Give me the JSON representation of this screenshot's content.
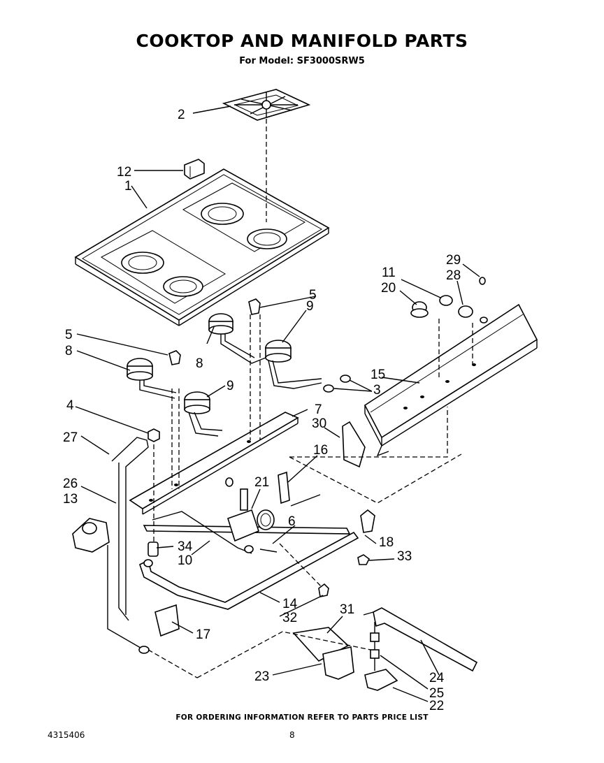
{
  "header": {
    "title": "COOKTOP AND MANIFOLD PARTS",
    "subtitle": "For Model: SF3000SRW5"
  },
  "callouts": {
    "c1": "1",
    "c2": "2",
    "c3": "3",
    "c4": "4",
    "c5a": "5",
    "c5b": "5",
    "c6": "6",
    "c7": "7",
    "c8a": "8",
    "c8b": "8",
    "c9a": "9",
    "c9b": "9",
    "c10": "10",
    "c11": "11",
    "c12": "12",
    "c13": "13",
    "c14": "14",
    "c15": "15",
    "c16": "16",
    "c17": "17",
    "c18": "18",
    "c20": "20",
    "c21": "21",
    "c22": "22",
    "c23": "23",
    "c24": "24",
    "c25": "25",
    "c26": "26",
    "c27": "27",
    "c28": "28",
    "c29": "29",
    "c30": "30",
    "c31": "31",
    "c32": "32",
    "c33": "33",
    "c34": "34"
  },
  "footer": {
    "note": "FOR ORDERING INFORMATION REFER TO PARTS PRICE LIST",
    "doc_number": "4315406",
    "page_number": "8"
  }
}
